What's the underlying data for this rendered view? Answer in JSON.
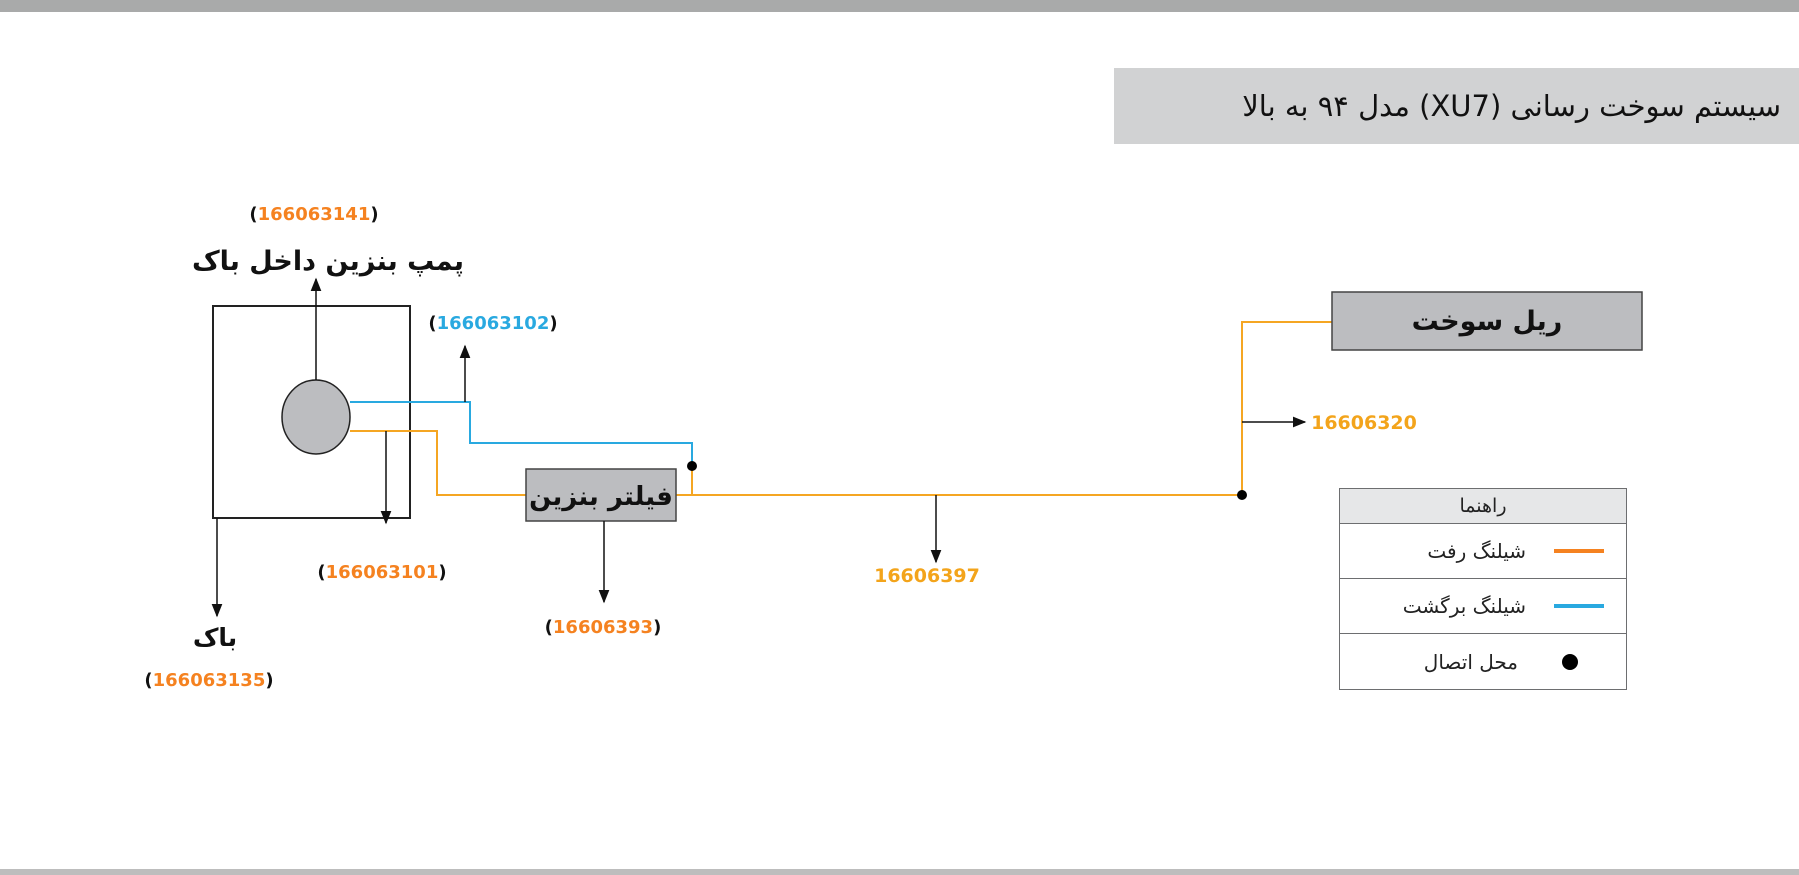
{
  "title": "سیستم سوخت رسانی (XU7) مدل ۹۴ به بالا",
  "colors": {
    "supply_hose": "#f5a623",
    "return_hose": "#29a9e0",
    "box_fill": "#bcbdc0",
    "number_orange": "#f58220",
    "number_blue": "#29a9e0",
    "number_yellow": "#f3a41b"
  },
  "components": {
    "pump_label": "پمپ بنزین داخل باک",
    "pump_code": "166063141",
    "return_code": "166063102",
    "tank_label": "باک",
    "tank_code": "166063135",
    "pipe_code": "166063101",
    "filter_label": "فیلتر بنزین",
    "filter_code": "16606393",
    "mid_code": "16606397",
    "rail_label": "ریل سوخت",
    "rail_code": "16606320"
  },
  "paren_open": "(",
  "paren_close": ")",
  "legend": {
    "header": "راهنما",
    "items": [
      {
        "label": "شیلنگ رفت",
        "symbol": "orange-line-icon"
      },
      {
        "label": "شیلنگ برگشت",
        "symbol": "blue-line-icon"
      },
      {
        "label": "محل اتصال",
        "symbol": "black-dot-icon"
      }
    ]
  }
}
